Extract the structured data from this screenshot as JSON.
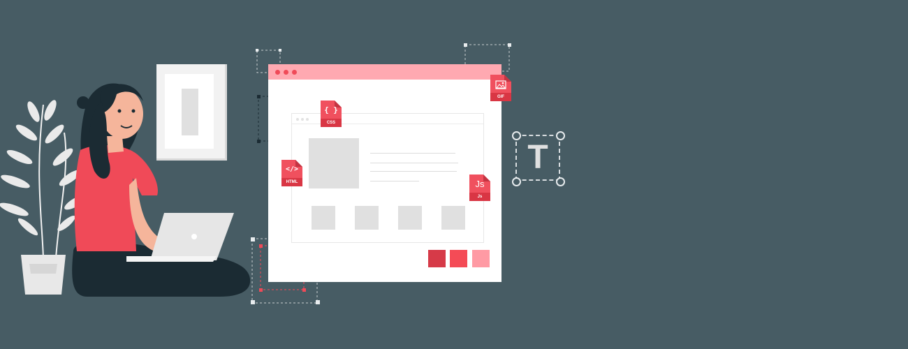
{
  "file_icons": {
    "css": {
      "glyph": "{ }",
      "label": "CSS"
    },
    "html": {
      "glyph": "</>",
      "label": "HTML"
    },
    "js": {
      "glyph": "Js",
      "label": "Js"
    },
    "gif": {
      "glyph": "",
      "label": "GIF"
    }
  },
  "text_tool": {
    "letter": "T"
  },
  "colors": {
    "background": "#475c64",
    "accent": "#f04a58",
    "browser_bar": "#ffa9b1",
    "swatch_1": "#d63a48",
    "swatch_2": "#f44b56",
    "swatch_3": "#ff9aa4"
  },
  "icons": [
    "plant-icon",
    "picture-frame-icon",
    "laptop-icon",
    "image-icon"
  ]
}
